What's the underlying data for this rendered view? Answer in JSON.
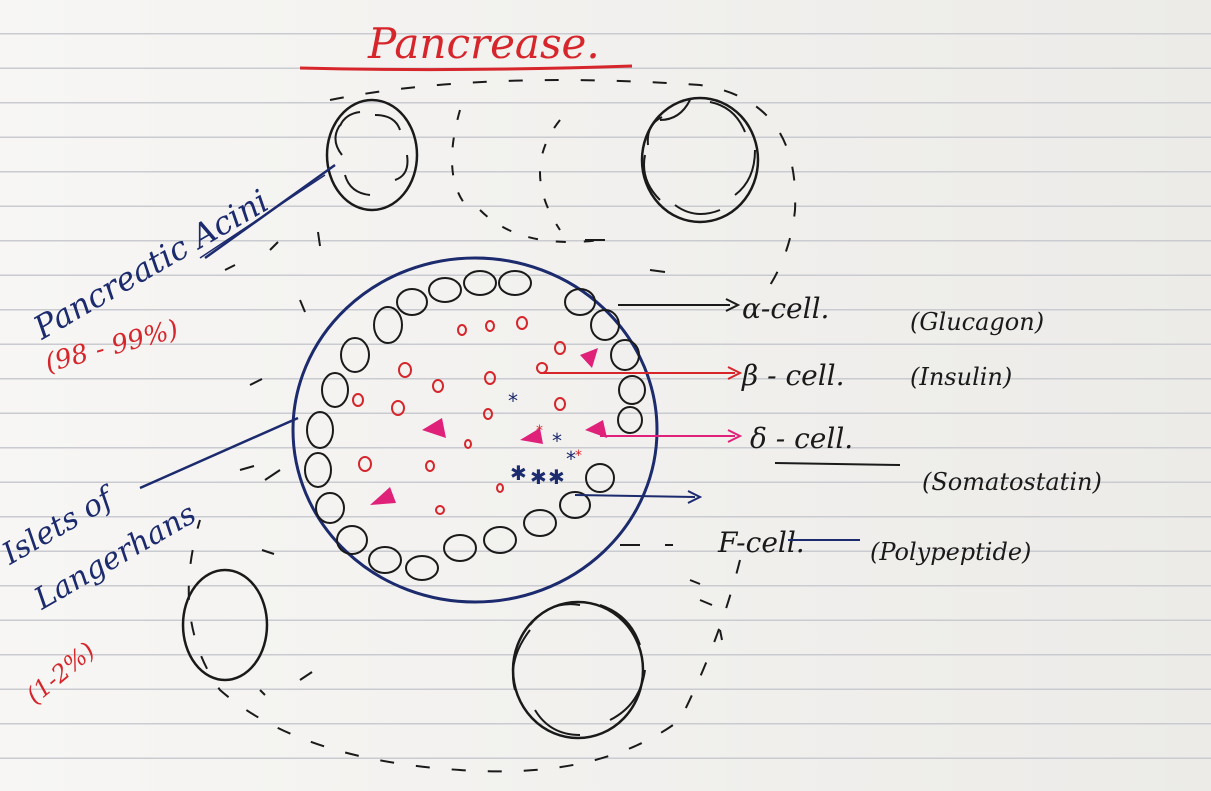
{
  "title": "Pancrease.",
  "labels": {
    "acini_name": "Pancreatic Acini",
    "acini_percent": "(98 - 99%)",
    "islets_line1": "Islets of",
    "islets_line2": "Langerhans",
    "islets_percent": "(1-2%)"
  },
  "cells": [
    {
      "name": "α-cell.",
      "hormone": "(Glucagon)"
    },
    {
      "name": "β - cell.",
      "hormone": "(Insulin)"
    },
    {
      "name": "δ - cell.",
      "hormone": "(Somatostatin)"
    },
    {
      "name": "F-cell.",
      "hormone": "(Polypeptide)"
    }
  ],
  "colors": {
    "title_red": "#d6262b",
    "blue_ink": "#1c2a6e",
    "black_ink": "#1a1a1a",
    "magenta": "#e0217a"
  }
}
